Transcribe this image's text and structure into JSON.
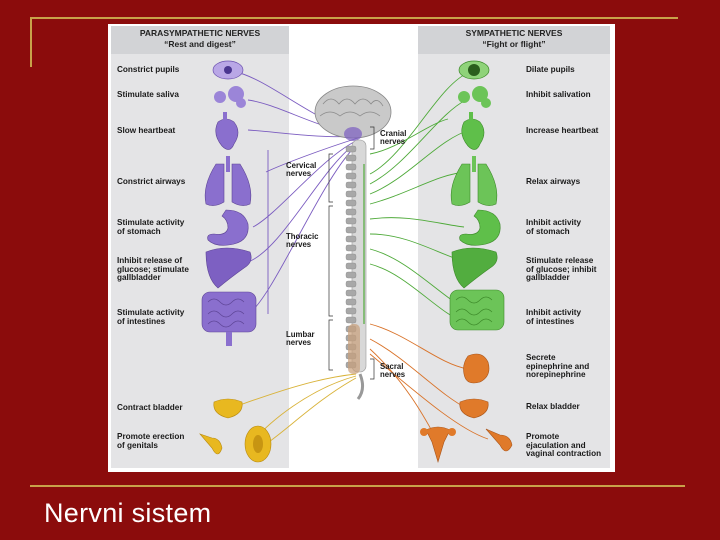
{
  "slide": {
    "title": "Nervni sistem",
    "background_color": "#8b0c0c",
    "accent_color": "#c8a24a"
  },
  "diagram": {
    "parasympathetic": {
      "title": "PARASYMPATHETIC NERVES",
      "subtitle": "“Rest and digest”",
      "color": "#7b5cc0",
      "effects": [
        "Constrict pupils",
        "Stimulate saliva",
        "Slow heartbeat",
        "Constrict airways",
        "Stimulate activity\nof stomach",
        "Inhibit release of\nglucose; stimulate\ngallbladder",
        "Stimulate activity\nof intestines",
        "Contract bladder",
        "Promote erection\nof genitals"
      ]
    },
    "sympathetic": {
      "title": "SYMPATHETIC NERVES",
      "subtitle": "“Fight or flight”",
      "color": "#4faa3a",
      "effects": [
        "Dilate pupils",
        "Inhibit salivation",
        "Increase heartbeat",
        "Relax airways",
        "Inhibit activity\nof stomach",
        "Stimulate release\nof glucose; inhibit\ngallbladder",
        "Inhibit activity\nof intestines",
        "Secrete\nepinephrine and\nnorepinephrine",
        "Relax bladder",
        "Promote\nejaculation and\nvaginal contraction"
      ]
    },
    "nerve_regions": {
      "cranial": "Cranial\nnerves",
      "cervical": "Cervical\nnerves",
      "thoracic": "Thoracic\nnerves",
      "lumbar": "Lumbar\nnerves",
      "sacral": "Sacral\nnerves"
    },
    "colors": {
      "organ_purple": "#8a6fce",
      "organ_green": "#5fbf4a",
      "organ_yellow": "#e8b820",
      "organ_orange": "#e07a2a",
      "spine_gray": "#b8b8b8",
      "panel_gray": "#e4e4e6"
    }
  }
}
